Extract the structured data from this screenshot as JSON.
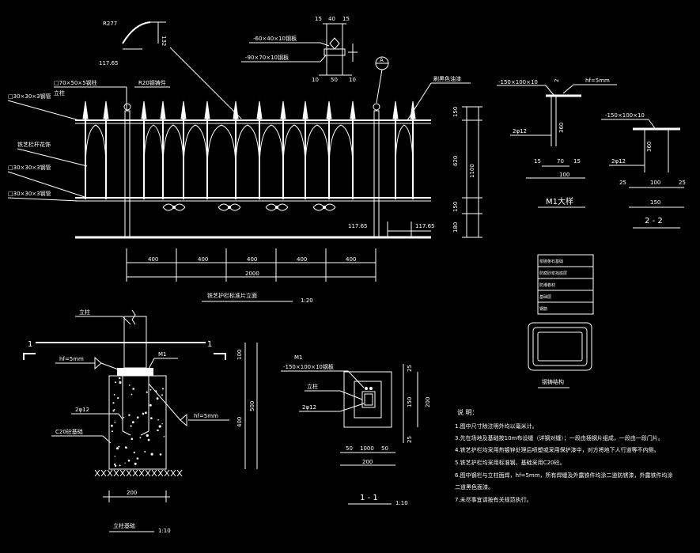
{
  "fence_elevation": {
    "title": "铁艺护栏标准片立面",
    "scale": "1:20",
    "labels": {
      "r277": "R277",
      "dim132": "132",
      "dim11765": "117.65",
      "post_top": "□70×50×5钢柱",
      "r20": "R20钢铸件",
      "rail_top": "□30×30×3钢管",
      "cap": "立柱",
      "decor": "铁艺栏杆花饰",
      "rail_mid": "□30×30×3钢管",
      "rail_bot": "□30×30×3钢管",
      "paint": "刷黑色油漆",
      "base_right": "117.65",
      "base_right2": "117.65"
    },
    "vdims": [
      "150",
      "620",
      "150",
      "180"
    ],
    "vdim_total": "1100",
    "hdims": [
      "400",
      "400",
      "400",
      "400",
      "400"
    ],
    "hdim_total": "2000"
  },
  "top_detail": {
    "dims": [
      "15",
      "40",
      "15",
      "10",
      "50",
      "10"
    ],
    "plate1": "-60×40×10钢板",
    "plate2": "-90×70×10钢板",
    "marker": "A"
  },
  "m1_detail": {
    "title": "M1大样",
    "plate": "-150×100×10",
    "weld": "hf=5mm",
    "bar": "2φ12",
    "h": "360",
    "dims": [
      "15",
      "70",
      "15",
      "100"
    ]
  },
  "section22": {
    "title": "2 - 2",
    "plate": "-150×100×10",
    "bar": "2φ12",
    "h": "360",
    "dims": [
      "25",
      "100",
      "25",
      "150"
    ]
  },
  "legend_box": {
    "items": [
      "浆砌条石基础",
      "防腐砂浆找底层",
      "防潮卷材",
      "基础层",
      "钢筋"
    ],
    "caption": "钢铸结构"
  },
  "foundation": {
    "title": "立柱基础",
    "scale": "1:10",
    "post": "立柱",
    "weld": "hf=5mm",
    "m1": "M1",
    "weld2": "hf=5mm",
    "bar": "2φ12",
    "concrete": "C20砼基础",
    "sec_left": "1",
    "sec_right": "1",
    "vdims": [
      "100",
      "400",
      "500"
    ],
    "width": "200"
  },
  "section11": {
    "title": "1 - 1",
    "scale": "1:10",
    "m1": "M1",
    "plate": "-150×100×10钢板",
    "post": "立柱",
    "bar": "2φ12",
    "hdims": [
      "50",
      "1000",
      "50",
      "200"
    ],
    "vdims": [
      "25",
      "150",
      "25",
      "200"
    ]
  },
  "notes": {
    "heading": "说   明：",
    "items": [
      "1.图中尺寸除注明外均以毫米计。",
      "3.先在场地及基础按10m布设缝（详钢对缝）；一段由插钢片组成，一段由一段门片。",
      "4.铁艺护栏均采用热镀锌处理后喷塑或采用保护漆中，对方将地下人行道等不内侧。",
      "5.铁艺护栏均采用标准钢，基础采用C20砼。",
      "6.图中钢栏与立柱面焊，hf=5mm，所有焊缝及外露铁件均涂二道防锈漆，外露铁件均涂",
      "  二道黑色面漆。",
      "7.未尽事宜请按有关规范执行。"
    ]
  }
}
